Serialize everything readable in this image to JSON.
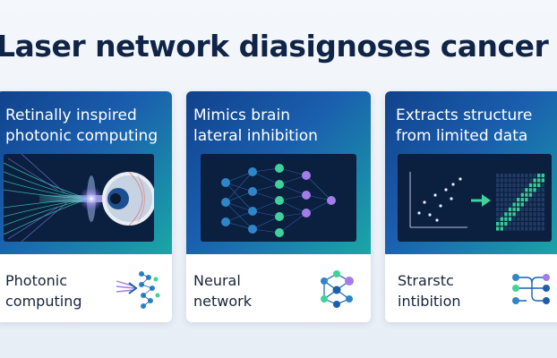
{
  "page": {
    "title": "Laser network diasignoses cancer"
  },
  "cards": [
    {
      "heading_line1": "Retinally inspired",
      "heading_line2": "photonic computing",
      "footer_line1": "Photonic",
      "footer_line2": "computing",
      "image_icon": "eye-lens-light-beam-icon",
      "footer_icon": "photonic-network-icon"
    },
    {
      "heading_line1": "Mimics brain",
      "heading_line2": "lateral inhibition",
      "footer_line1": "Neural",
      "footer_line2": "network",
      "image_icon": "neural-network-graph-icon",
      "footer_icon": "node-graph-icon"
    },
    {
      "heading_line1": "Extracts structure",
      "heading_line2": "from limited data",
      "footer_line1": "Strarstc",
      "footer_line2": "intibition",
      "image_icon": "scatter-to-matrix-icon",
      "footer_icon": "branching-nodes-icon"
    }
  ],
  "colors": {
    "title": "#0f2446",
    "card_gradient_start": "#11428c",
    "card_gradient_end": "#1aa7a6",
    "accent_green": "#3ed39a",
    "accent_purple": "#a27ce8"
  }
}
